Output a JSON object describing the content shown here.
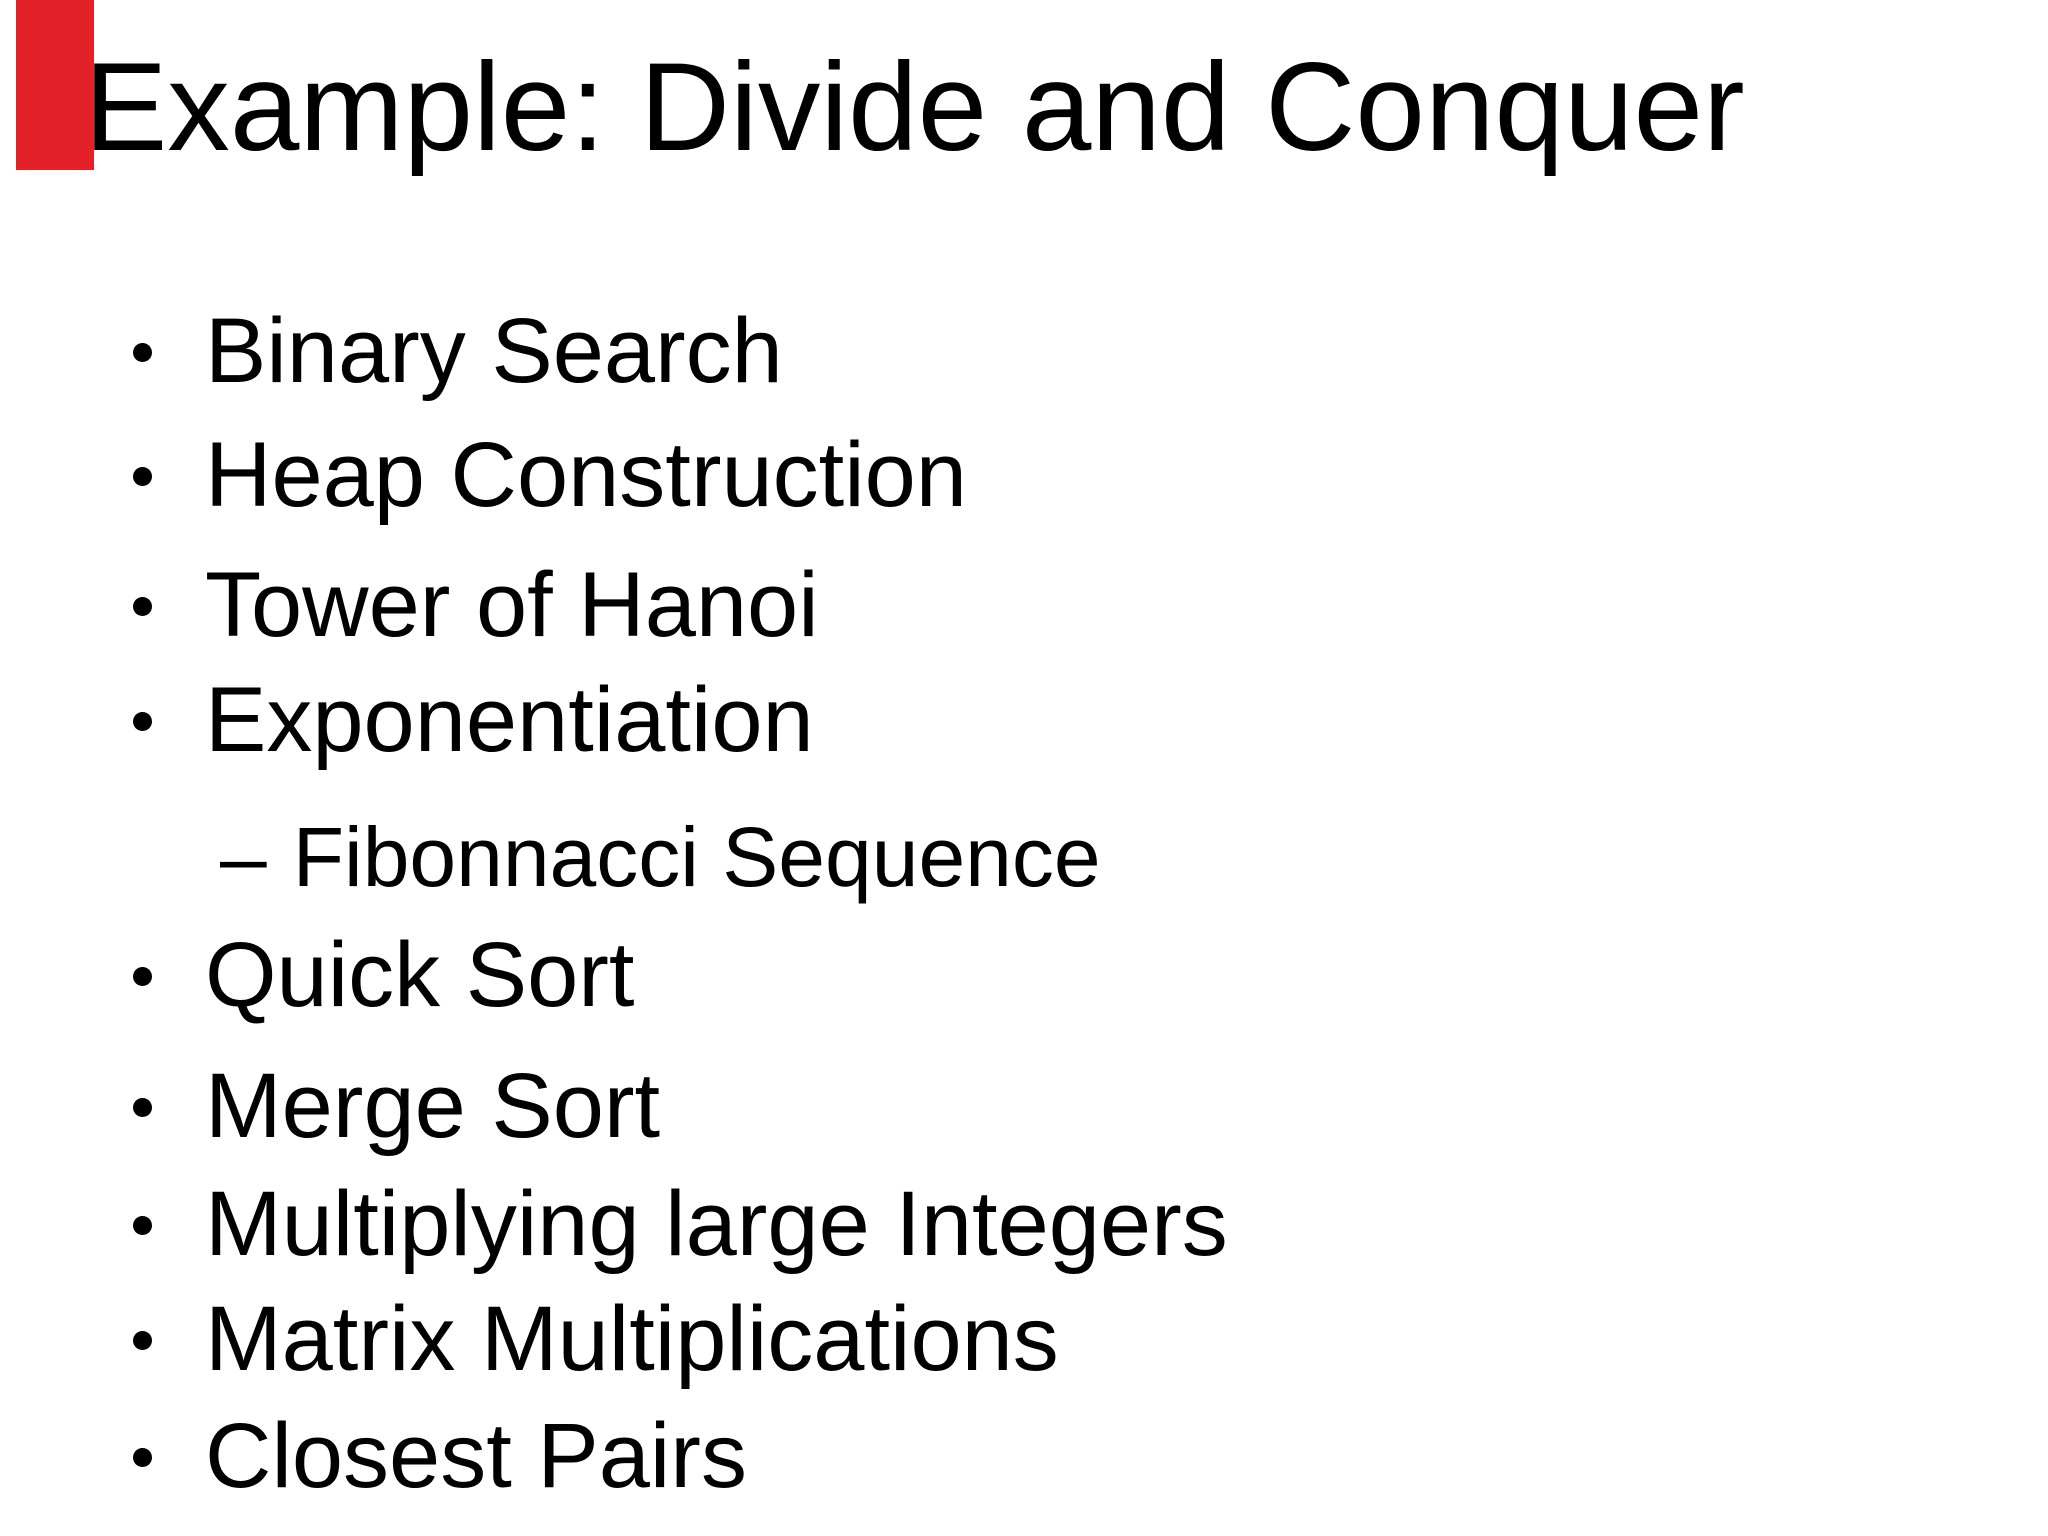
{
  "slide": {
    "title": "Example: Divide and Conquer",
    "sub_bullet_marker": "–",
    "bullets": [
      {
        "level": 1,
        "text": "Binary Search"
      },
      {
        "level": 1,
        "text": "Heap Construction"
      },
      {
        "level": 1,
        "text": "Tower of Hanoi"
      },
      {
        "level": 1,
        "text": "Exponentiation"
      },
      {
        "level": 2,
        "text": "Fibonnacci Sequence"
      },
      {
        "level": 1,
        "text": "Quick Sort"
      },
      {
        "level": 1,
        "text": "Merge Sort"
      },
      {
        "level": 1,
        "text": "Multiplying large Integers"
      },
      {
        "level": 1,
        "text": "Matrix Multiplications"
      },
      {
        "level": 1,
        "text": "Closest Pairs"
      }
    ],
    "colors": {
      "background": "#ffffff",
      "text": "#000000",
      "corner_marker": "#e32128"
    }
  }
}
